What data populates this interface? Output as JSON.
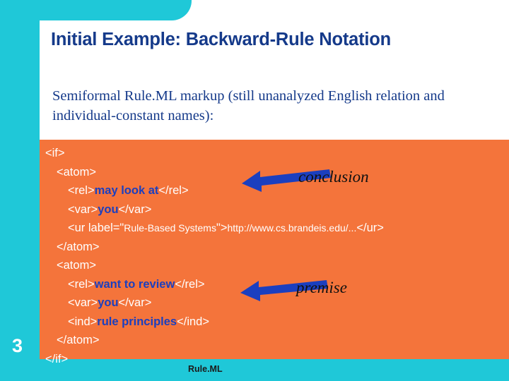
{
  "slide": {
    "number": "3",
    "title": "Initial Example: Backward-Rule Notation",
    "subtitle": "Semiformal Rule.ML markup (still unanalyzed English relation and individual-constant names):",
    "footer_label": "Rule.ML",
    "colors": {
      "teal": "#1fc8d8",
      "orange": "#f4743b",
      "title_blue": "#153a8a",
      "tag_blue": "#1b3fbf",
      "white": "#ffffff"
    },
    "code": {
      "lines": [
        {
          "indent": 0,
          "parts": [
            {
              "text": "<if>",
              "style": "kw"
            }
          ]
        },
        {
          "indent": 1,
          "parts": [
            {
              "text": "<atom>",
              "style": "kw"
            }
          ]
        },
        {
          "indent": 2,
          "parts": [
            {
              "text": "<rel>",
              "style": "kw"
            },
            {
              "text": "may look at",
              "style": "blue"
            },
            {
              "text": "</rel>",
              "style": "kw"
            }
          ]
        },
        {
          "indent": 2,
          "parts": [
            {
              "text": "<var>",
              "style": "kw"
            },
            {
              "text": "you",
              "style": "blue"
            },
            {
              "text": "</var>",
              "style": "kw"
            }
          ]
        },
        {
          "indent": 2,
          "parts": [
            {
              "text": "<ur label=\"",
              "style": "kw"
            },
            {
              "text": "Rule-Based Systems",
              "style": "small-kw"
            },
            {
              "text": "\">",
              "style": "kw"
            },
            {
              "text": "http://www.cs.brandeis.edu/...",
              "style": "small-kw"
            },
            {
              "text": "</ur>",
              "style": "kw"
            }
          ]
        },
        {
          "indent": 1,
          "parts": [
            {
              "text": "</atom>",
              "style": "kw"
            }
          ]
        },
        {
          "indent": 1,
          "parts": [
            {
              "text": "<atom>",
              "style": "kw"
            }
          ]
        },
        {
          "indent": 2,
          "parts": [
            {
              "text": "<rel>",
              "style": "kw"
            },
            {
              "text": "want to review",
              "style": "blue"
            },
            {
              "text": "</rel>",
              "style": "kw"
            }
          ]
        },
        {
          "indent": 2,
          "parts": [
            {
              "text": "<var>",
              "style": "kw"
            },
            {
              "text": "you",
              "style": "blue"
            },
            {
              "text": "</var>",
              "style": "kw"
            }
          ]
        },
        {
          "indent": 2,
          "parts": [
            {
              "text": "<ind>",
              "style": "kw"
            },
            {
              "text": "rule principles",
              "style": "blue"
            },
            {
              "text": "</ind>",
              "style": "kw"
            }
          ]
        },
        {
          "indent": 1,
          "parts": [
            {
              "text": "</atom>",
              "style": "kw"
            }
          ]
        },
        {
          "indent": 0,
          "parts": [
            {
              "text": "</if>",
              "style": "kw"
            }
          ]
        }
      ]
    },
    "annotations": [
      {
        "name": "conclusion",
        "text": "conclusion"
      },
      {
        "name": "premise",
        "text": "premise"
      }
    ]
  }
}
